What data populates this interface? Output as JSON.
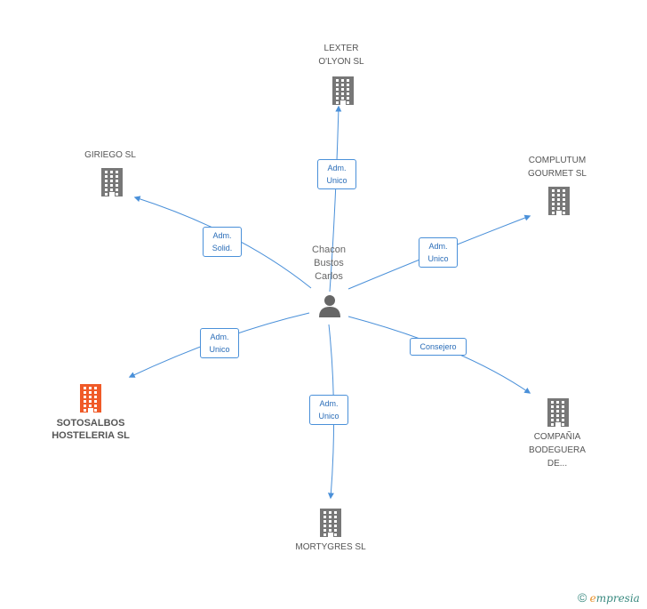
{
  "center": {
    "name_lines": [
      "Chacon",
      "Bustos",
      "Carlos"
    ],
    "icon": "person-icon"
  },
  "nodes": [
    {
      "id": "lexter",
      "lines": [
        "LEXTER",
        "O'LYON SL"
      ],
      "role": "Adm.\nUnico",
      "icon": "building-icon"
    },
    {
      "id": "complutum",
      "lines": [
        "COMPLUTUM",
        "GOURMET SL"
      ],
      "role": "Adm.\nUnico",
      "icon": "building-icon"
    },
    {
      "id": "compania",
      "lines": [
        "COMPAÑIA",
        "BODEGUERA",
        "DE..."
      ],
      "role": "Consejero",
      "icon": "building-icon"
    },
    {
      "id": "mortygres",
      "lines": [
        "MORTYGRES SL"
      ],
      "role": "Adm.\nUnico",
      "icon": "building-icon"
    },
    {
      "id": "sotosalbos",
      "lines": [
        "SOTOSALBOS",
        "HOSTELERIA SL"
      ],
      "role": "Adm.\nUnico",
      "icon": "building-icon",
      "highlight": true
    },
    {
      "id": "giriego",
      "lines": [
        "GIRIEGO SL"
      ],
      "role": "Adm.\nSolid.",
      "icon": "building-icon"
    }
  ],
  "colors": {
    "edge": "#4a90d9",
    "building": "#777777",
    "highlight": "#f05a28",
    "person": "#666666"
  },
  "footer": {
    "copyright_symbol": "©",
    "brand_first": "e",
    "brand_rest": "mpresia"
  }
}
